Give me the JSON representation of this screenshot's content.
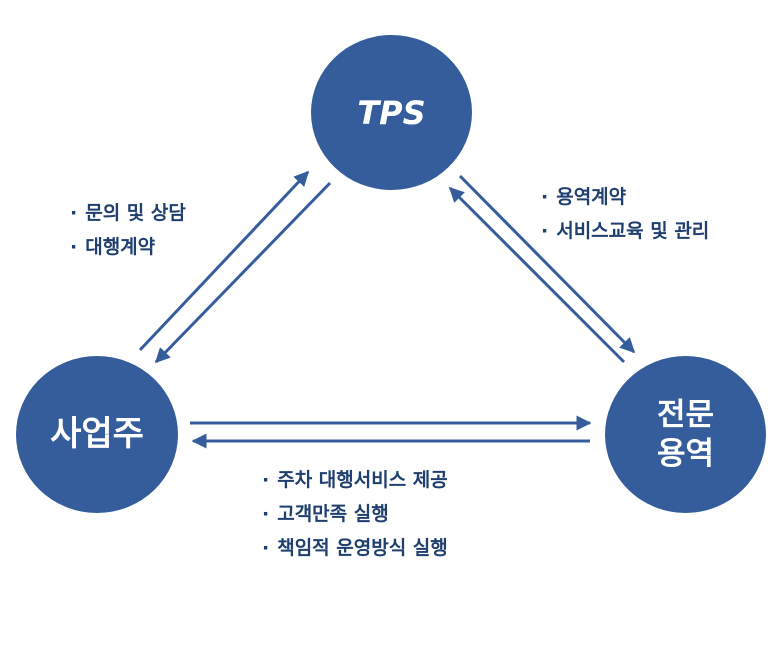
{
  "nodes": {
    "tps": "TPS",
    "owner": "사업주",
    "pro_line1": "전문",
    "pro_line2": "용역"
  },
  "notes": {
    "bullet": "·",
    "owner_tps": [
      "문의 및 상담",
      "대행계약"
    ],
    "tps_pro": [
      "용역계약",
      "서비스교육 및 관리"
    ],
    "owner_pro": [
      "주차 대행서비스 제공",
      "고객만족 실행",
      "책임적 운영방식 실행"
    ]
  },
  "colors": {
    "node_fill": "#355d9c",
    "arrow": "#355d9c",
    "text": "#1f3f6f"
  }
}
